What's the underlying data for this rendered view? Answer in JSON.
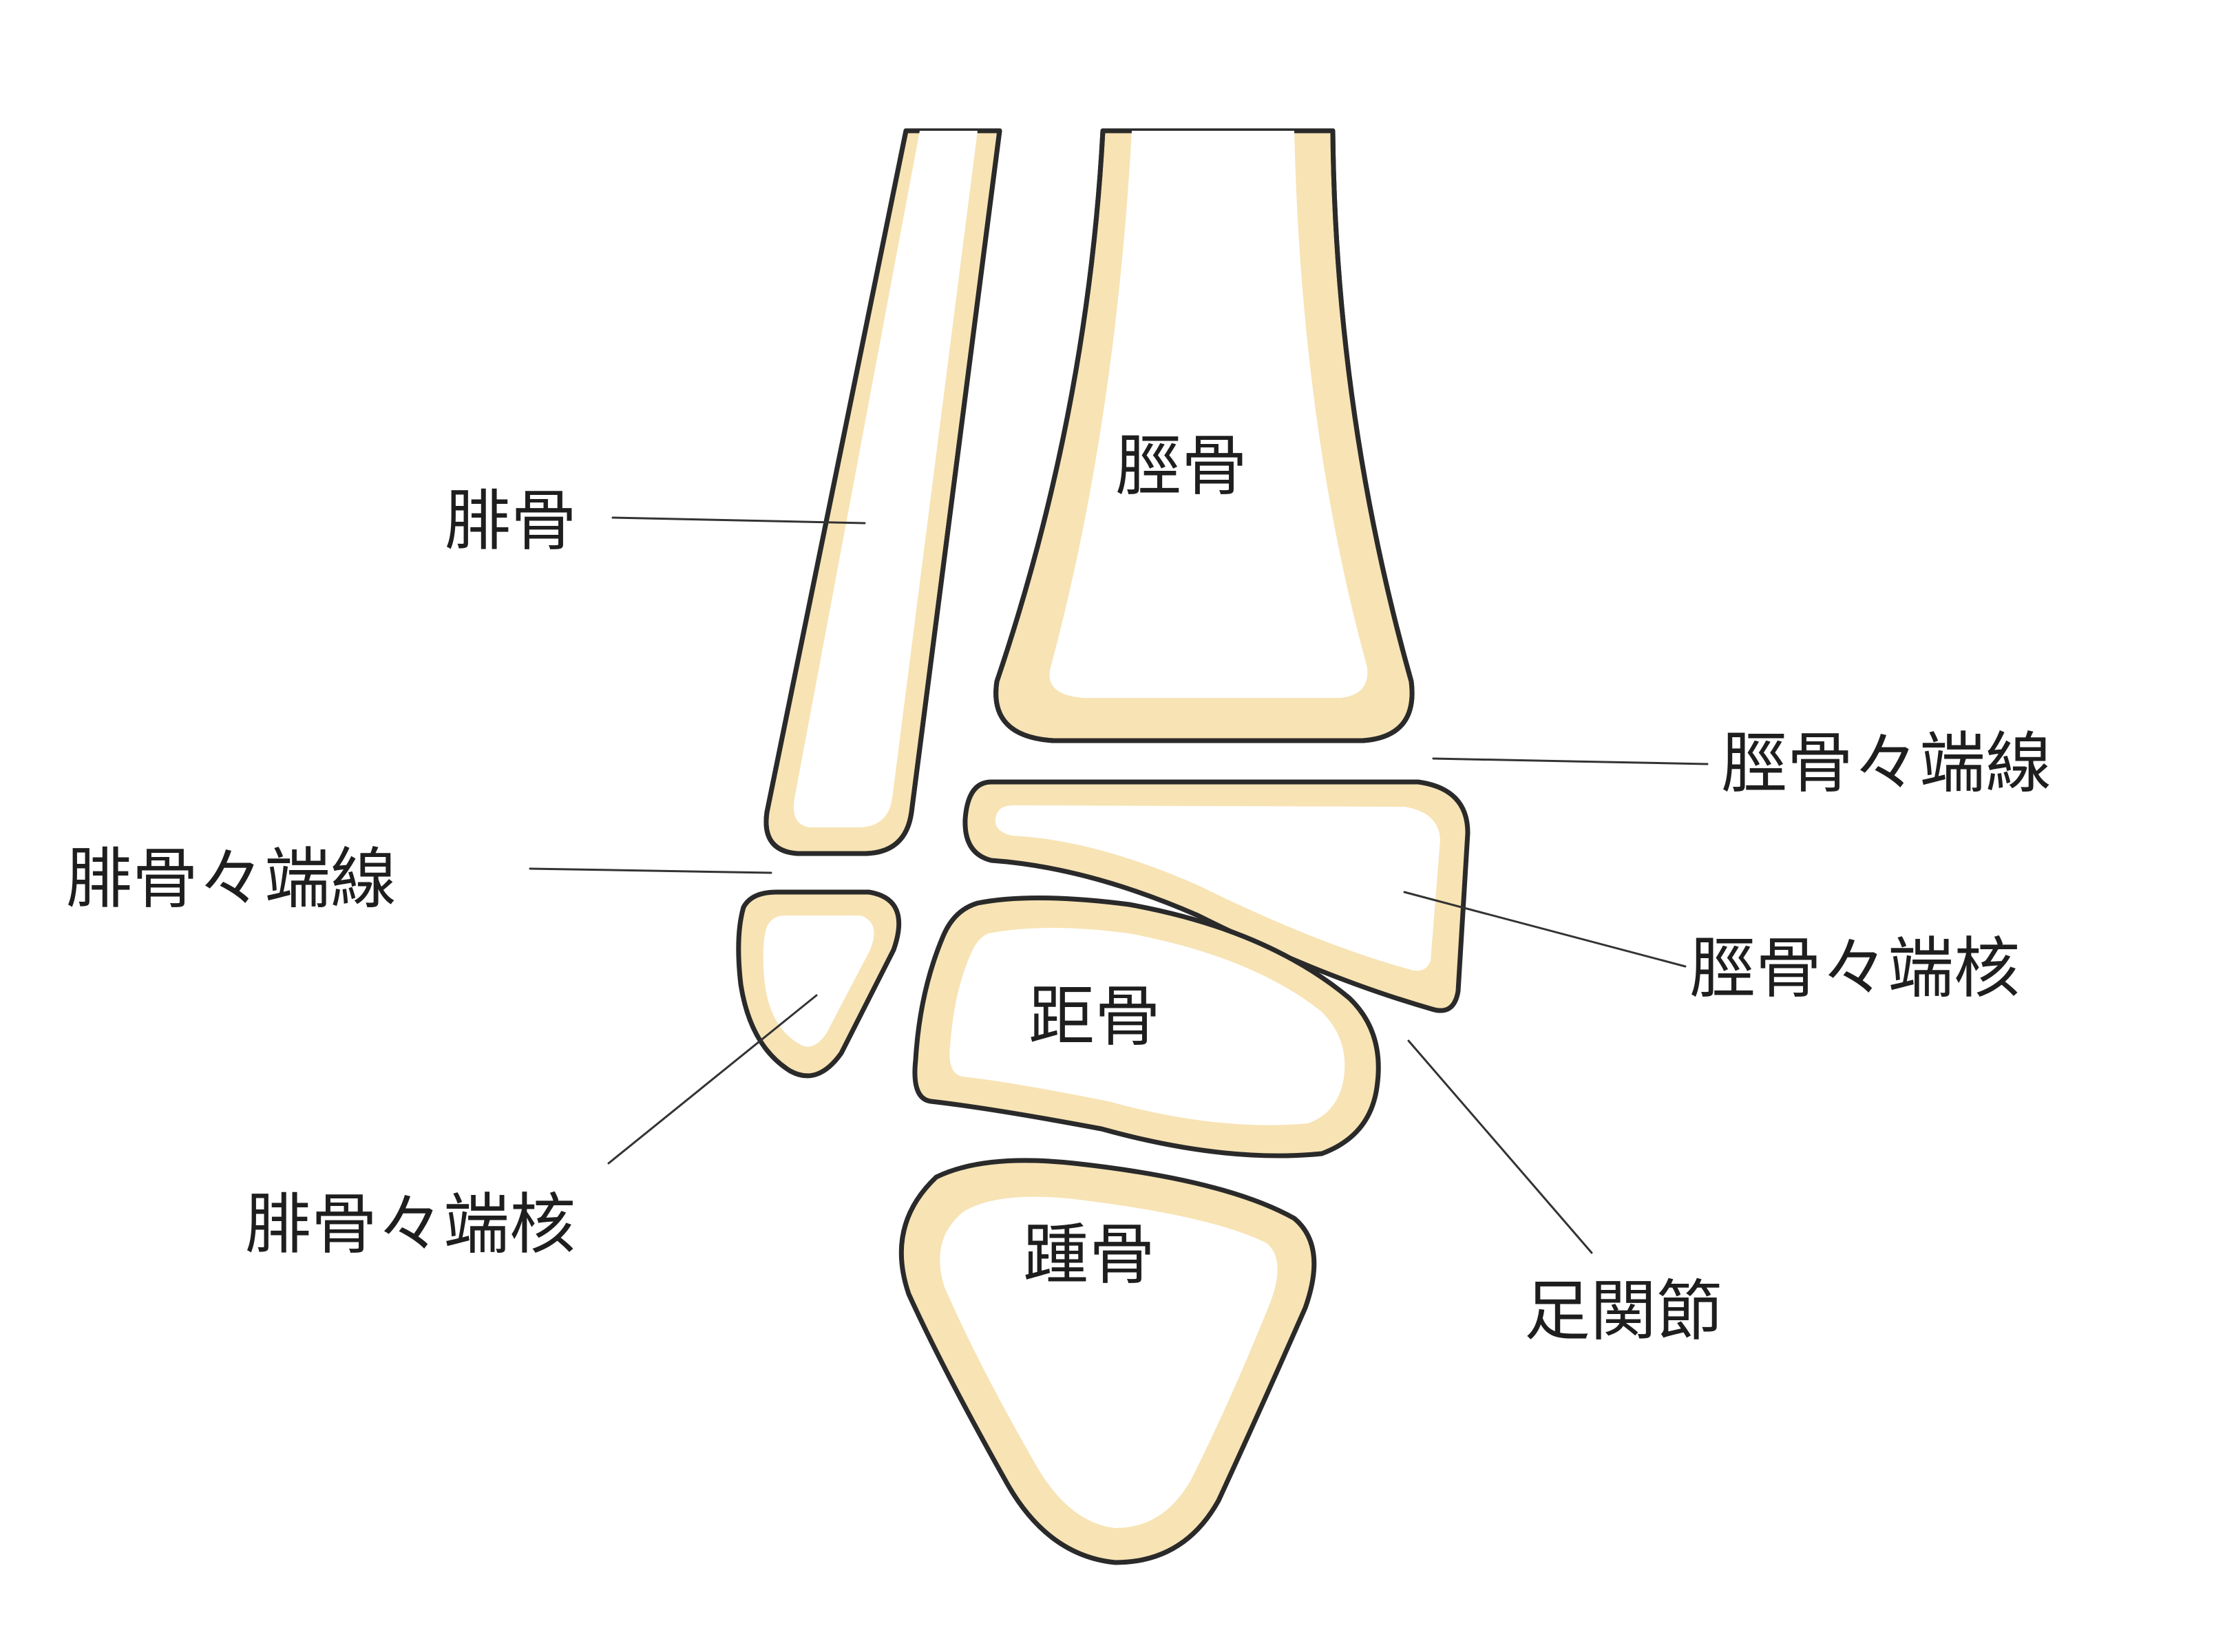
{
  "labels": {
    "fibula": "腓骨",
    "tibia": "脛骨",
    "tibial_growth_plate": "脛骨々端線",
    "fibular_growth_plate": "腓骨々端線",
    "tibial_epiphysis": "脛骨々端核",
    "talus": "距骨",
    "fibular_epiphysis": "腓骨々端核",
    "calcaneus": "踵骨",
    "ankle_joint": "足関節"
  },
  "colors": {
    "bone_fill": "#f7e3b4",
    "outline": "#2a2a2a",
    "background": "#ffffff"
  }
}
